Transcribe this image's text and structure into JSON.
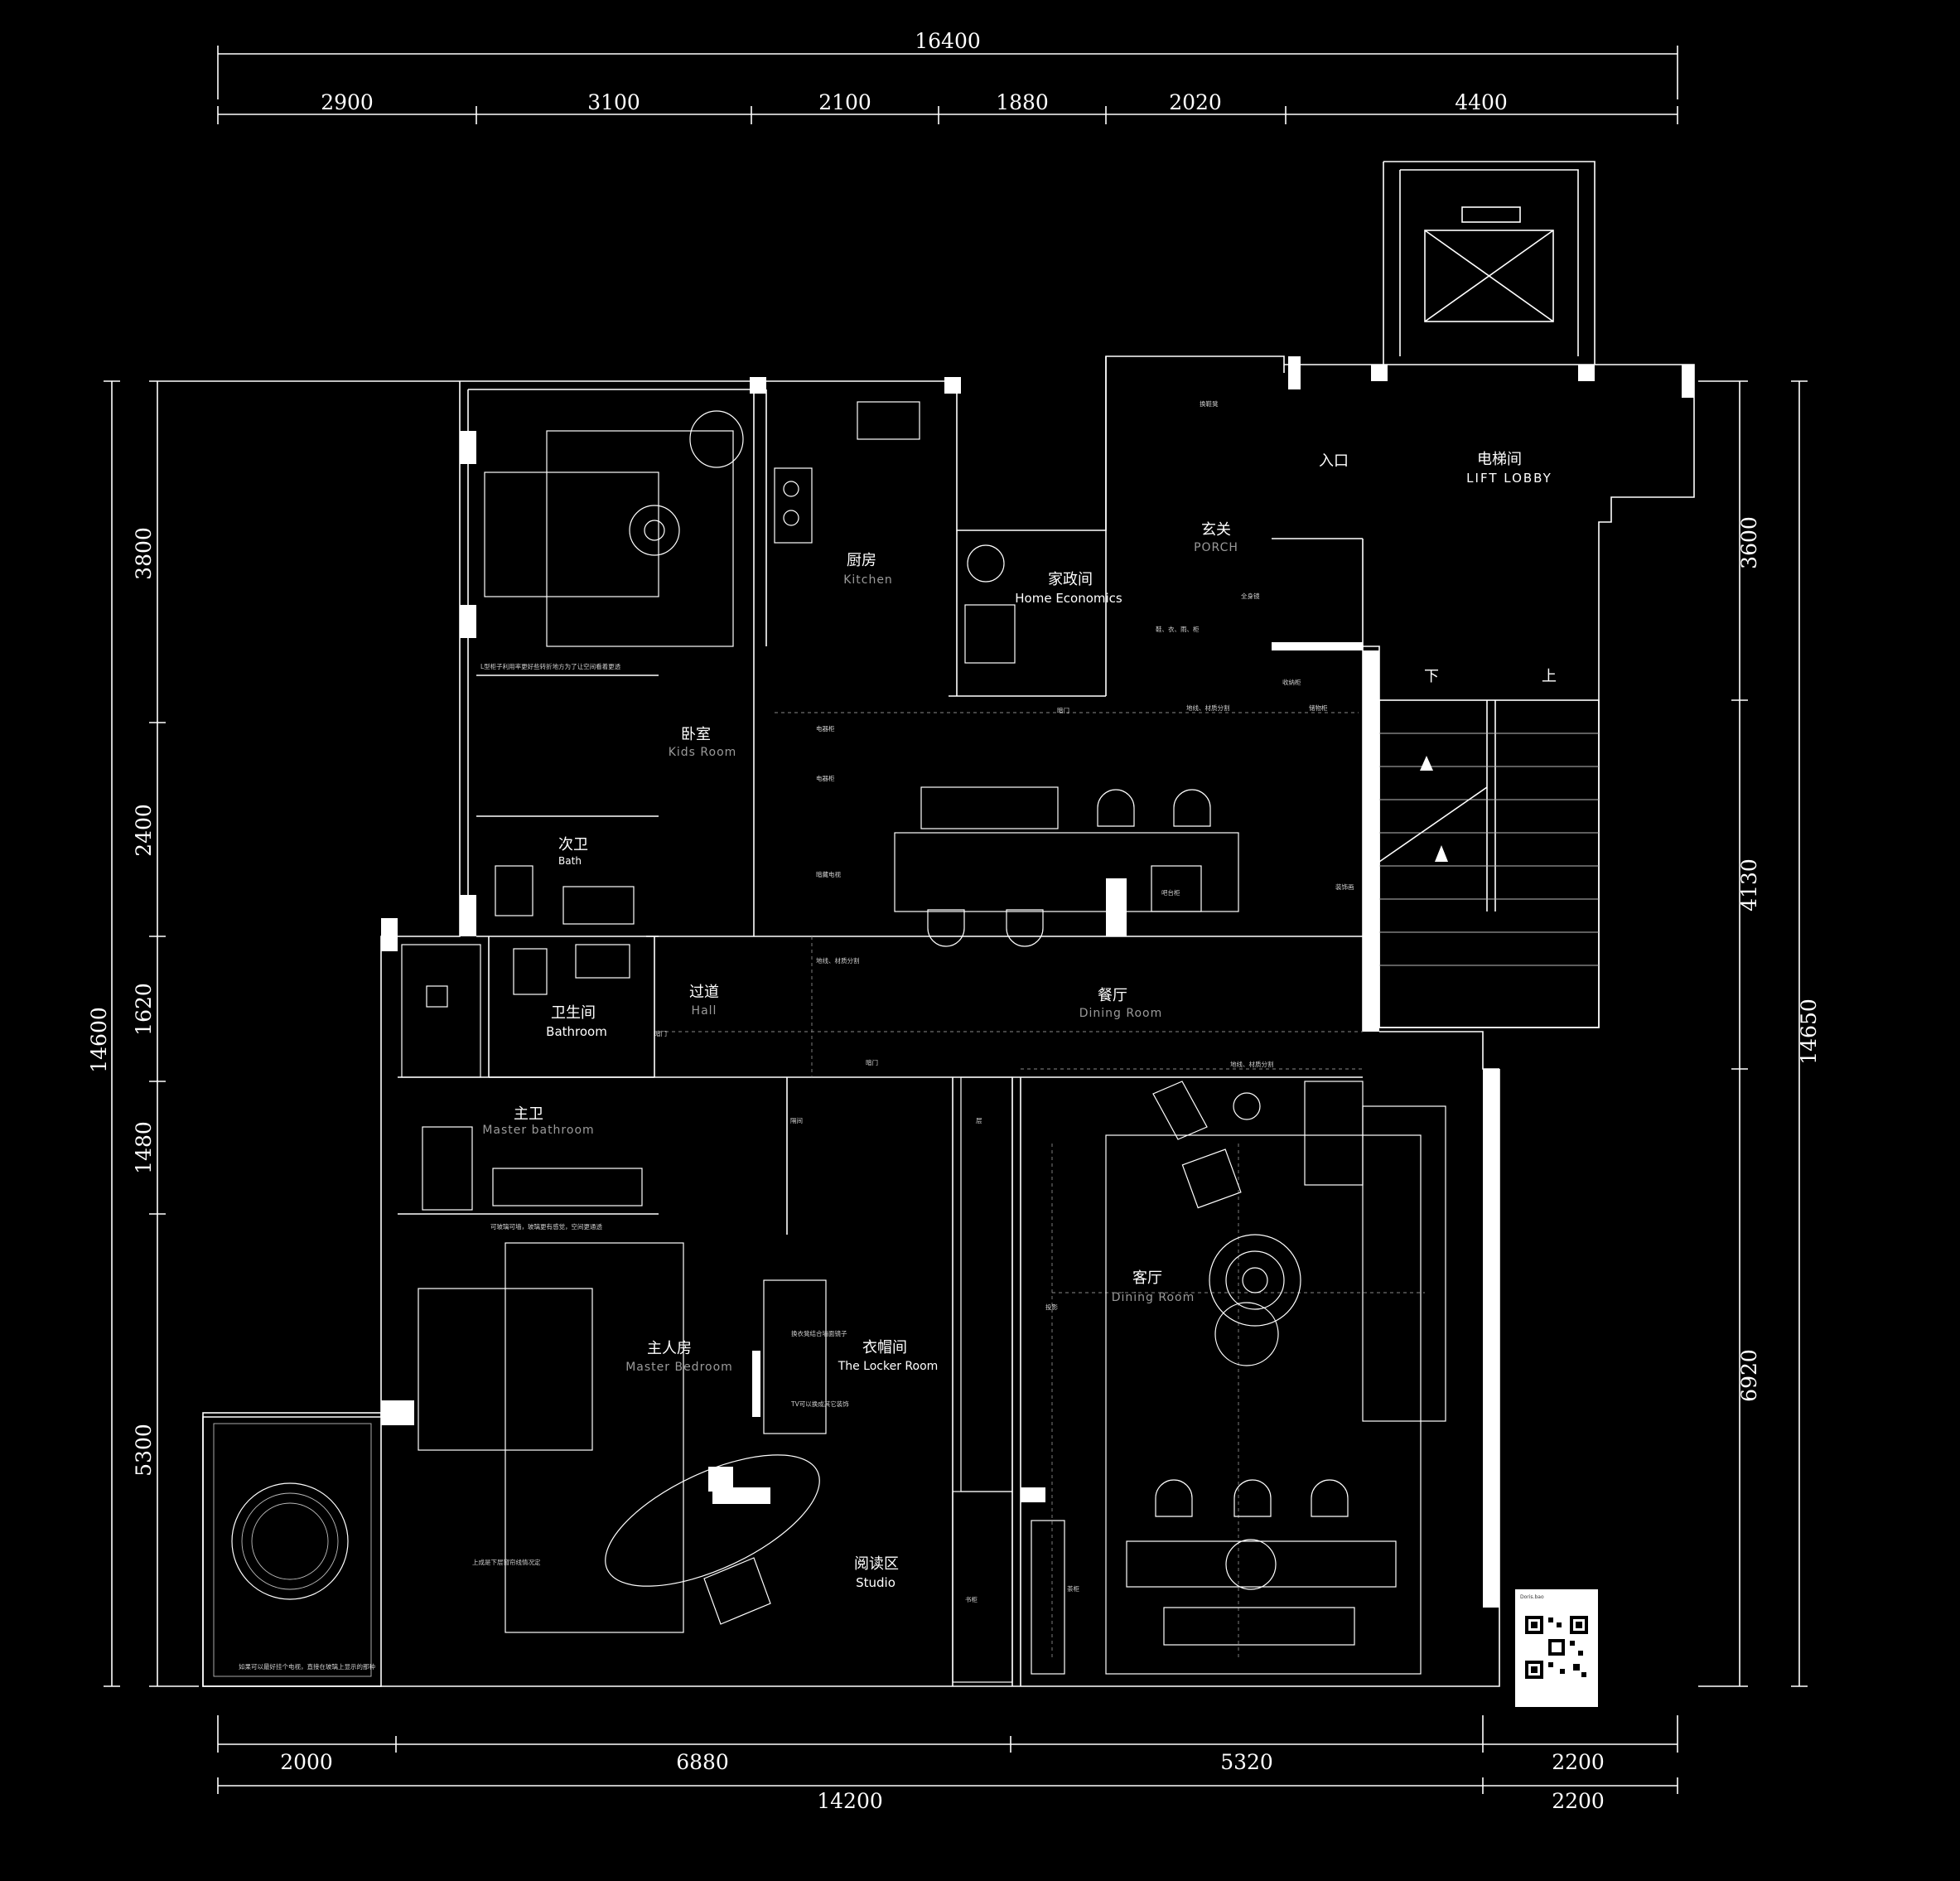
{
  "dimensions": {
    "top_total": "16400",
    "top_segments": [
      "2900",
      "3100",
      "2100",
      "1880",
      "2020",
      "4400"
    ],
    "left_segments": [
      "3800",
      "2400",
      "1620",
      "1480",
      "5300"
    ],
    "left_total": "14600",
    "right_segments": [
      "3600",
      "4130",
      "6920"
    ],
    "right_total": "14650",
    "bottom_segments": [
      "2000",
      "6880",
      "5320",
      "2200"
    ],
    "bottom_total_left": "14200",
    "bottom_total_right": "2200"
  },
  "rooms": {
    "kids_room": {
      "zh": "卧室",
      "en": "Kids Room"
    },
    "kitchen": {
      "zh": "厨房",
      "en": "Kitchen"
    },
    "home_economics": {
      "zh": "家政间",
      "en": "Home Economics"
    },
    "porch": {
      "zh": "玄关",
      "en": "PORCH"
    },
    "entrance": {
      "zh": "入口"
    },
    "lift_lobby": {
      "zh": "电梯间",
      "en": "LIFT LOBBY"
    },
    "bath": {
      "zh": "次卫",
      "en": "Bath"
    },
    "bathroom": {
      "zh": "卫生间",
      "en": "Bathroom"
    },
    "hall": {
      "zh": "过道",
      "en": "Hall"
    },
    "dining": {
      "zh": "餐厅",
      "en": "Dining Room"
    },
    "master_bath": {
      "zh": "主卫",
      "en": "Master bathroom"
    },
    "master_bedroom": {
      "zh": "主人房",
      "en": "Master Bedroom"
    },
    "locker": {
      "zh": "衣帽间",
      "en": "The Locker Room"
    },
    "living": {
      "zh": "客厅",
      "en": "Dining Room"
    },
    "studio": {
      "zh": "阅读区",
      "en": "Studio"
    }
  },
  "stairs": {
    "down": "下",
    "up": "上"
  },
  "notes": {
    "kids_wardrobe": "L型柜子利用率更好些转折地方为了让空间看着更透",
    "dark_door_1": "暗门",
    "dark_door_2": "暗门",
    "dark_door_3": "暗门",
    "flooring_1": "地线、材质分割",
    "flooring_2": "地线、材质分割",
    "flooring_3": "地线、材质分割",
    "flooring_4": "地线、材质分割",
    "appliance_1": "电器柜",
    "appliance_2": "电器柜",
    "hidden_tv": "暗藏电视",
    "shoe_bench": "换鞋凳",
    "shoe_cabinet": "鞋、衣、雨、柜",
    "full_mirror": "全身镜",
    "storage_1": "收纳柜",
    "storage_2": "储物柜",
    "decor_cabinet": "装饰画",
    "bar": "吧台柜",
    "glass_wall": "可玻璃可墙，玻璃更有感觉，空间更通透",
    "mirror_note": "换衣凳结合墙面镜子",
    "tv_note": "TV可以换成其它装饰",
    "projector": "投影",
    "book": "书柜",
    "tea": "茶柜",
    "curtain": "上成是下层窗帘线情况定",
    "balcony_tv": "如果可以最好挂个电视，直接在玻璃上显示的那种",
    "shelf": "隔间",
    "shelf_2": "层"
  },
  "qr": {
    "name": "Doris.bao"
  }
}
